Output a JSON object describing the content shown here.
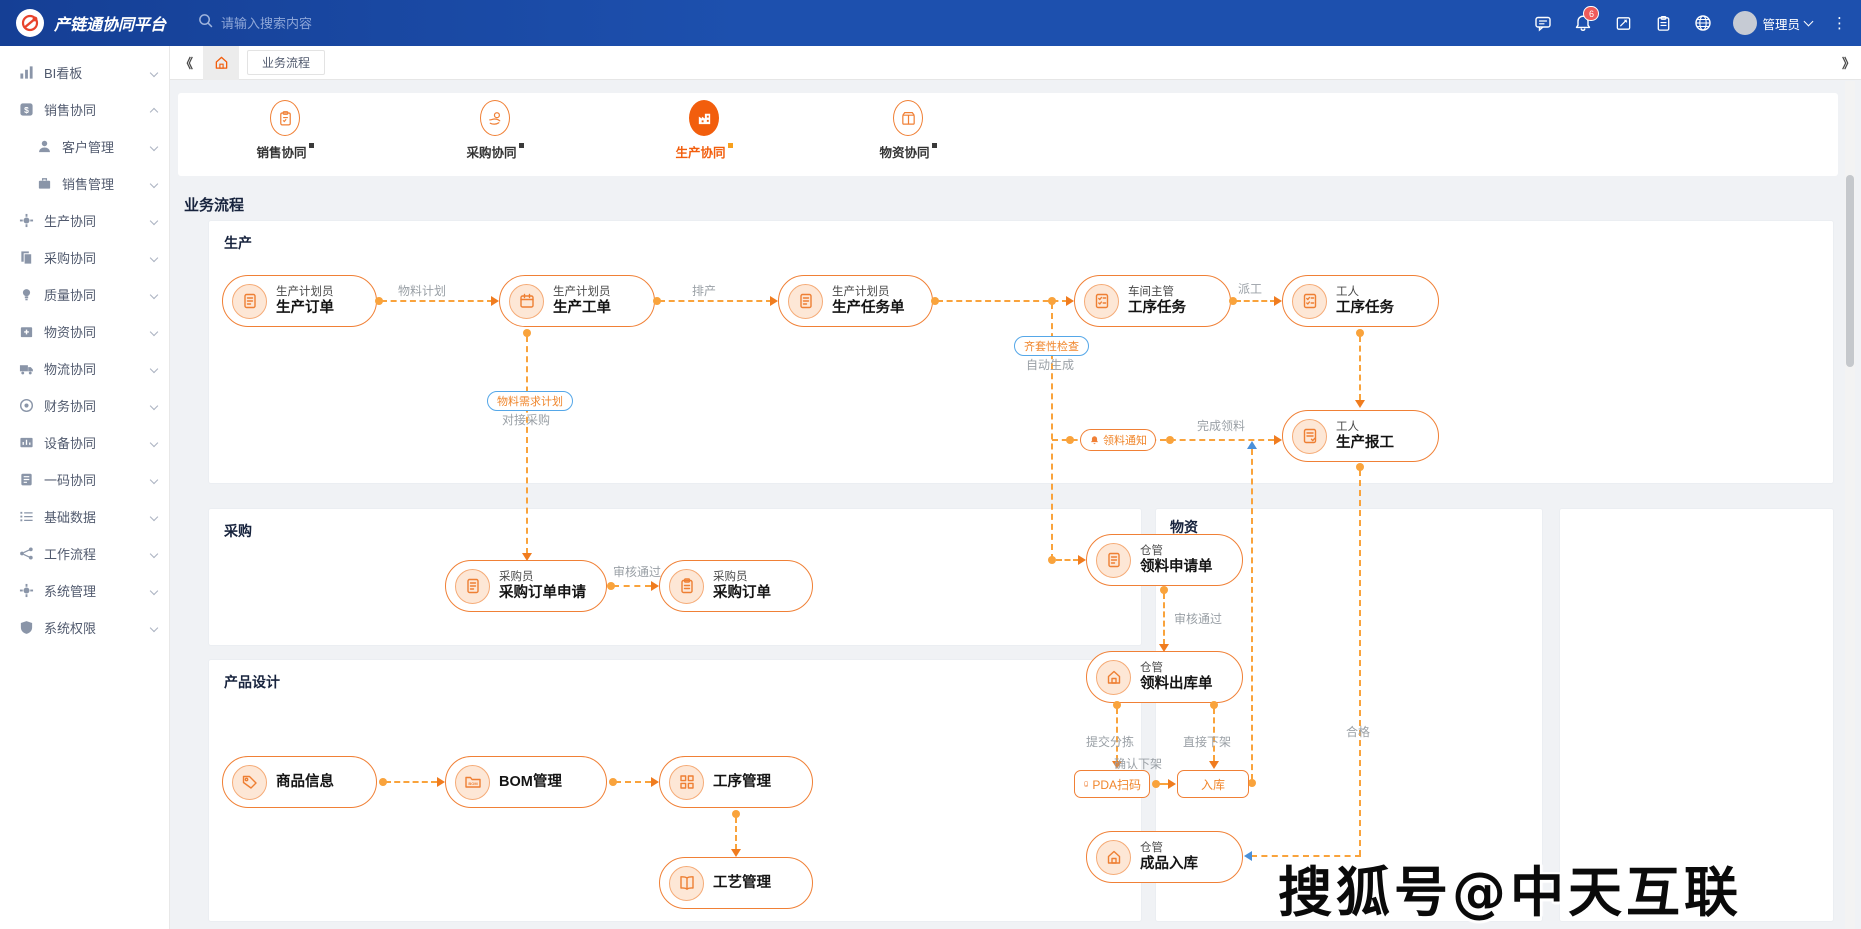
{
  "header": {
    "logo_text": "产链通协同平台",
    "search_placeholder": "请输入搜索内容",
    "notification_count": "6",
    "user_name": "管理员"
  },
  "sidebar": {
    "items": [
      {
        "label": "BI看板"
      },
      {
        "label": "销售协同",
        "expanded": true
      },
      {
        "label": "客户管理",
        "child": true
      },
      {
        "label": "销售管理",
        "child": true
      },
      {
        "label": "生产协同"
      },
      {
        "label": "采购协同"
      },
      {
        "label": "质量协同"
      },
      {
        "label": "物资协同"
      },
      {
        "label": "物流协同"
      },
      {
        "label": "财务协同"
      },
      {
        "label": "设备协同"
      },
      {
        "label": "一码协同"
      },
      {
        "label": "基础数据"
      },
      {
        "label": "工作流程"
      },
      {
        "label": "系统管理"
      },
      {
        "label": "系统权限"
      }
    ]
  },
  "tabbar": {
    "active_tab": "业务流程"
  },
  "process_nav": {
    "items": [
      {
        "label": "销售协同"
      },
      {
        "label": "采购协同"
      },
      {
        "label": "生产协同",
        "active": true
      },
      {
        "label": "物资协同"
      }
    ]
  },
  "page": {
    "title": "业务流程"
  },
  "sections": {
    "production": "生产",
    "purchase": "采购",
    "product_design": "产品设计",
    "material": "物资"
  },
  "flow": {
    "nodes": [
      {
        "role": "生产计划员",
        "name": "生产订单"
      },
      {
        "role": "生产计划员",
        "name": "生产工单"
      },
      {
        "role": "生产计划员",
        "name": "生产任务单"
      },
      {
        "role": "车间主管",
        "name": "工序任务"
      },
      {
        "role": "工人",
        "name": "工序任务"
      },
      {
        "role": "工人",
        "name": "生产报工"
      },
      {
        "role": "采购员",
        "name": "采购订单申请"
      },
      {
        "role": "采购员",
        "name": "采购订单"
      },
      {
        "role": "仓管",
        "name": "领料申请单"
      },
      {
        "role": "仓管",
        "name": "领料出库单"
      },
      {
        "role": "仓管",
        "name": "成品入库"
      },
      {
        "name": "商品信息"
      },
      {
        "name": "BOM管理"
      },
      {
        "name": "工序管理"
      },
      {
        "name": "工艺管理"
      }
    ],
    "pills": {
      "material_req_plan": "物料需求计划",
      "kitting_check": "齐套性检查",
      "picking_notice": "领料通知",
      "pda_scan": "PDA扫码",
      "inbound": "入库"
    },
    "edge_labels": {
      "material_plan": "物料计划",
      "scheduling": "排产",
      "dispatch": "派工",
      "auto_generate": "自动生成",
      "connect_purchase": "对接采购",
      "complete_picking": "完成领料",
      "approve_1": "审核通过",
      "approve_2": "审核通过",
      "submit_sorting": "提交分拣",
      "direct_unshelve": "直接下架",
      "confirm_unshelve": "确认下架",
      "qualified": "合格"
    }
  },
  "watermark": "搜狐号@中天互联",
  "colors": {
    "header_blue": "#1d50ae",
    "accent_orange": "#f25e0d",
    "node_border_orange": "#f08036",
    "connector_orange": "#f9a33c",
    "pill_blue_border": "#55a7e8",
    "badge_red": "#f05b5b"
  }
}
